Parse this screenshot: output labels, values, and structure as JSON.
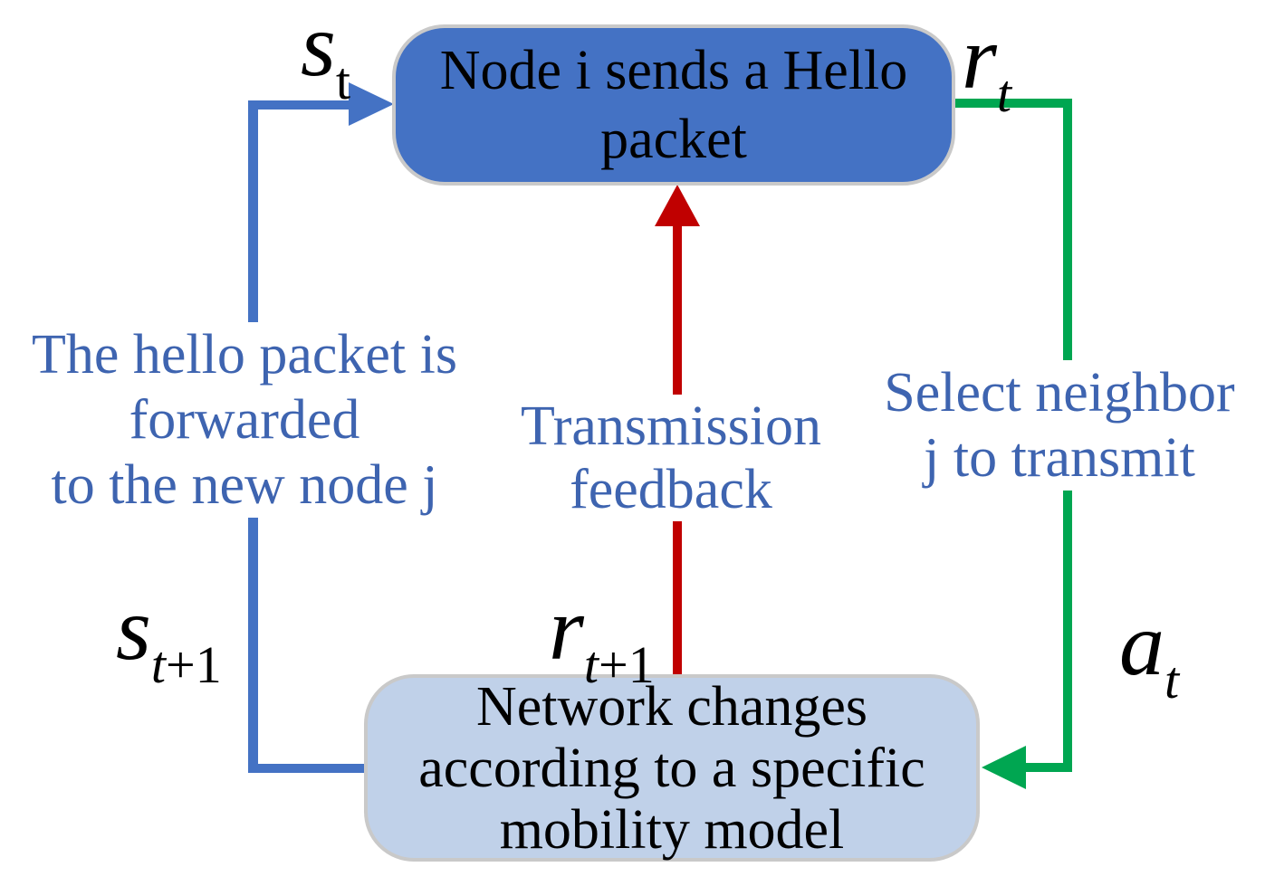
{
  "diagram": {
    "top_box": {
      "lines": [
        "Node i sends a Hello",
        "packet"
      ]
    },
    "bottom_box": {
      "lines": [
        "Network changes",
        "according to a specific",
        "mobility model"
      ]
    },
    "left_note": {
      "lines": [
        "The hello packet is",
        "forwarded",
        "to the new node j"
      ]
    },
    "middle_note": {
      "lines": [
        "Transmission",
        "feedback"
      ]
    },
    "right_note": {
      "lines": [
        "Select neighbor",
        "j to transmit"
      ]
    },
    "math_labels": {
      "state_t": {
        "base": "s",
        "sub": "t",
        "suffix": ""
      },
      "reward_t": {
        "base": "r",
        "sub": "t",
        "suffix": ""
      },
      "state_t1": {
        "base": "s",
        "sub": "t",
        "suffix": "+1"
      },
      "reward_t1": {
        "base": "r",
        "sub": "t",
        "suffix": "+1"
      },
      "action_t": {
        "base": "a",
        "sub": "t",
        "suffix": ""
      }
    },
    "colors": {
      "top_box_fill": "#4472c4",
      "bottom_box_fill": "#c0d1e9",
      "box_border": "#c9c9c9",
      "blue_arrow": "#4472c4",
      "green_arrow": "#00a651",
      "red_arrow": "#c00000",
      "note_text": "#3e64b0",
      "box_text": "#000000"
    }
  }
}
